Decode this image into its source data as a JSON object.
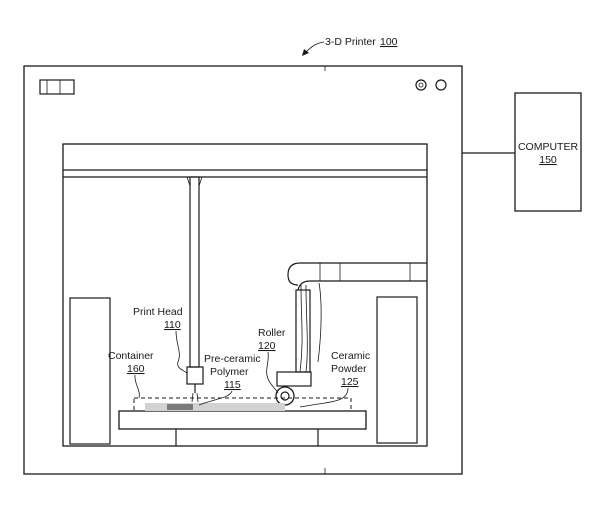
{
  "figure": {
    "printer": {
      "label": "3-D Printer",
      "ref": "100"
    },
    "computer": {
      "label": "COMPUTER",
      "ref": "150"
    },
    "print_head": {
      "label": "Print Head",
      "ref": "110"
    },
    "roller": {
      "label": "Roller",
      "ref": "120"
    },
    "container": {
      "label": "Container",
      "ref": "160"
    },
    "polymer": {
      "label_line1": "Pre-ceramic",
      "label_line2": "Polymer",
      "ref": "115"
    },
    "powder": {
      "label_line1": "Ceramic",
      "label_line2": "Powder",
      "ref": "125"
    }
  }
}
